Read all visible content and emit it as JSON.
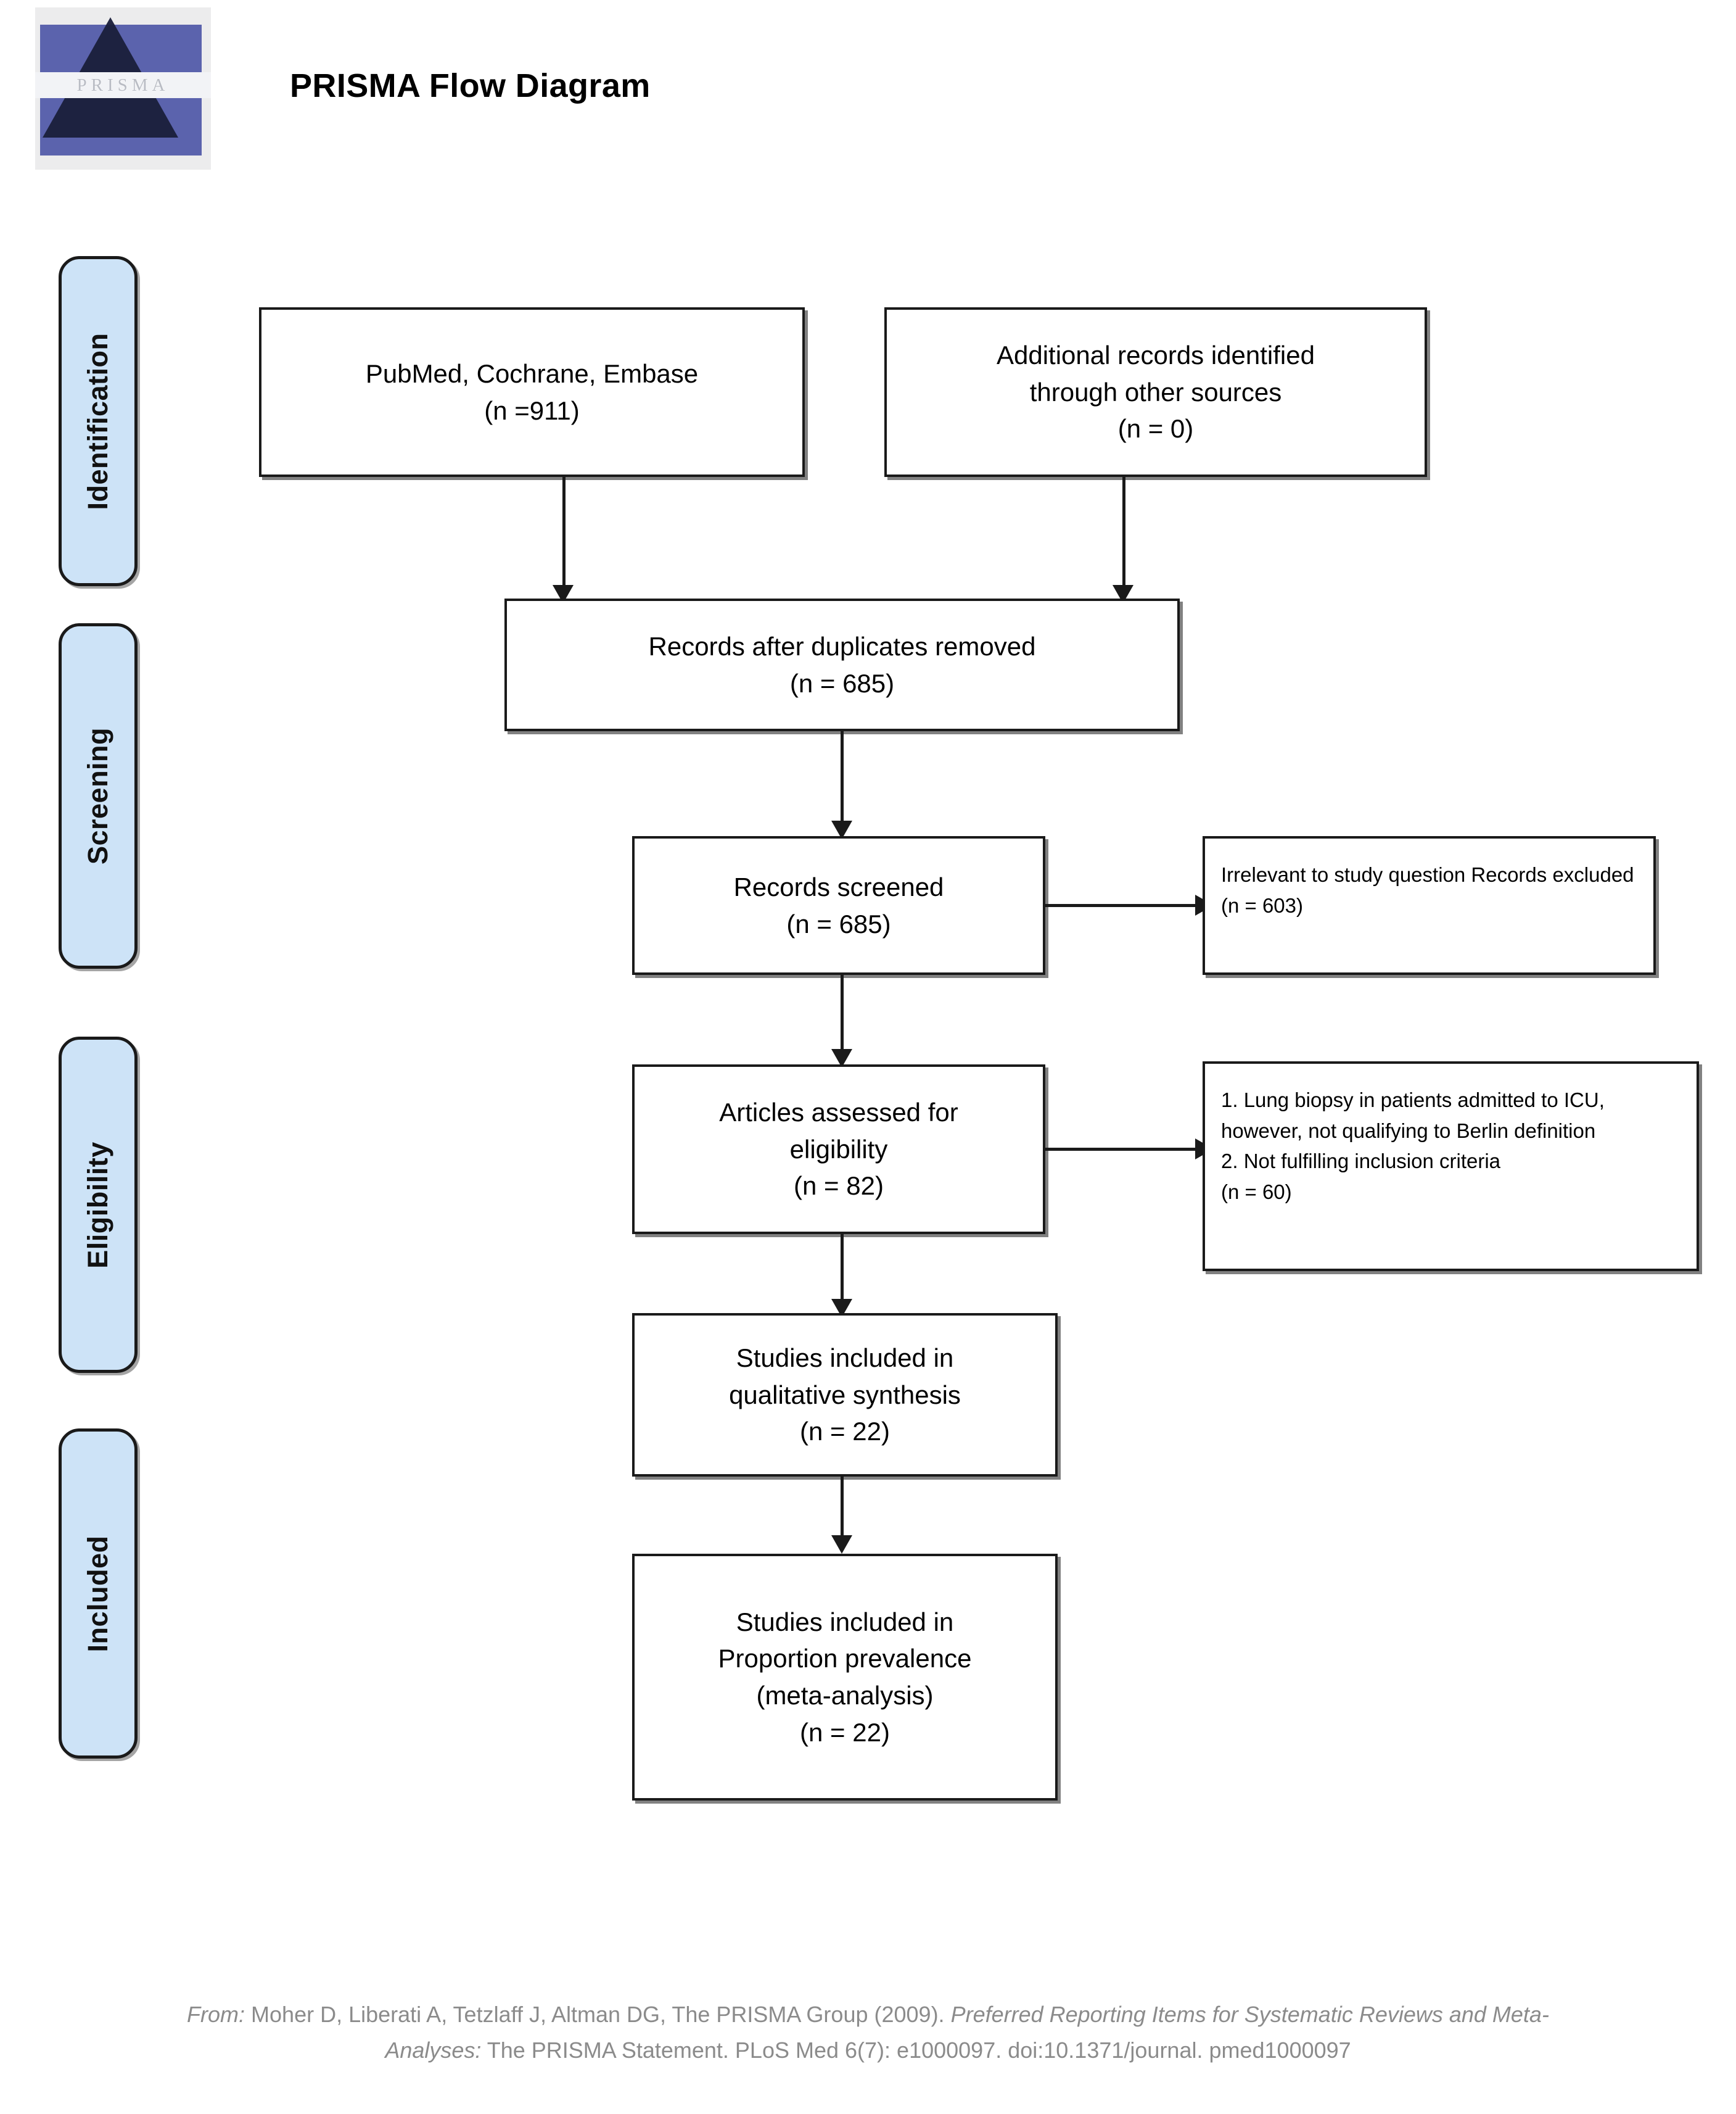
{
  "header": {
    "title": "PRISMA Flow Diagram",
    "logo_text": "PRISMA",
    "logo_name": "prisma-logo"
  },
  "stages": [
    {
      "label": "Identification"
    },
    {
      "label": "Screening"
    },
    {
      "label": "Eligibility"
    },
    {
      "label": "Included"
    }
  ],
  "boxes": {
    "databases": {
      "line1": "PubMed, Cochrane, Embase",
      "line2": "(n =911)"
    },
    "other_sources": {
      "line1": "Additional records identified",
      "line2": "through other sources",
      "line3": "(n = 0)"
    },
    "duplicates_removed": {
      "line1": "Records after duplicates removed",
      "line2": "(n = 685)"
    },
    "records_screened": {
      "line1": "Records screened",
      "line2": "(n = 685)"
    },
    "records_excluded": {
      "line1": "Irrelevant to study question Records excluded",
      "line2": "(n = 603)"
    },
    "articles_assessed": {
      "line1": "Articles assessed for",
      "line2": "eligibility",
      "line3": "(n = 82)"
    },
    "articles_excluded": {
      "line1": "1. Lung biopsy in patients admitted to ICU, however, not qualifying to Berlin definition",
      "line2": "2. Not fulfilling inclusion criteria",
      "line3": "(n = 60)"
    },
    "qualitative_synthesis": {
      "line1": "Studies included in",
      "line2": "qualitative synthesis",
      "line3": "(n = 22)"
    },
    "meta_analysis": {
      "line1": "Studies included in",
      "line2": "Proportion prevalence",
      "line3": "(meta-analysis)",
      "line4": "(n = 22)"
    }
  },
  "footer": {
    "from_label": "From:",
    "authors": "Moher D, Liberati A, Tetzlaff J, Altman DG, The PRISMA Group (2009).",
    "title_italic_1": "Preferred Reporting Items for Systematic Reviews and Meta-",
    "title_italic_2": "Analyses:",
    "citation": "The PRISMA Statement. PLoS Med 6(7): e1000097. doi:10.1371/journal. pmed1000097"
  },
  "colors": {
    "stage_fill": "#cde3f7",
    "stroke": "#1a1a1a",
    "box_fill": "#ffffff",
    "footer_text": "#8b8b8b",
    "logo_blue": "#5b63ad",
    "logo_dark": "#1b1f3b"
  },
  "chart_data": {
    "type": "diagram",
    "title": "PRISMA Flow Diagram",
    "nodes": [
      {
        "id": "databases",
        "stage": "Identification",
        "label": "PubMed, Cochrane, Embase",
        "n": 911
      },
      {
        "id": "other_sources",
        "stage": "Identification",
        "label": "Additional records identified through other sources",
        "n": 0
      },
      {
        "id": "duplicates_removed",
        "stage": "Screening",
        "label": "Records after duplicates removed",
        "n": 685
      },
      {
        "id": "records_screened",
        "stage": "Screening",
        "label": "Records screened",
        "n": 685
      },
      {
        "id": "records_excluded",
        "stage": "Screening",
        "label": "Irrelevant to study question Records excluded",
        "n": 603
      },
      {
        "id": "articles_assessed",
        "stage": "Eligibility",
        "label": "Articles assessed for eligibility",
        "n": 82
      },
      {
        "id": "articles_excluded",
        "stage": "Eligibility",
        "label": "1. Lung biopsy in patients admitted to ICU, however, not qualifying to Berlin definition 2. Not fulfilling inclusion criteria",
        "n": 60
      },
      {
        "id": "qualitative_synthesis",
        "stage": "Included",
        "label": "Studies included in qualitative synthesis",
        "n": 22
      },
      {
        "id": "meta_analysis",
        "stage": "Included",
        "label": "Studies included in Proportion prevalence (meta-analysis)",
        "n": 22
      }
    ],
    "edges": [
      {
        "from": "databases",
        "to": "duplicates_removed"
      },
      {
        "from": "other_sources",
        "to": "duplicates_removed"
      },
      {
        "from": "duplicates_removed",
        "to": "records_screened"
      },
      {
        "from": "records_screened",
        "to": "records_excluded"
      },
      {
        "from": "records_screened",
        "to": "articles_assessed"
      },
      {
        "from": "articles_assessed",
        "to": "articles_excluded"
      },
      {
        "from": "articles_assessed",
        "to": "qualitative_synthesis"
      },
      {
        "from": "qualitative_synthesis",
        "to": "meta_analysis"
      }
    ]
  }
}
